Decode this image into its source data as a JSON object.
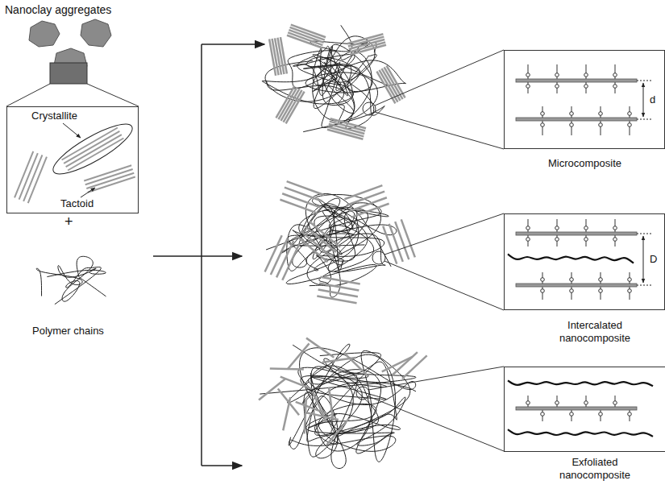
{
  "diagram": {
    "nodes": [
      {
        "text": [
          "Crystallite",
          "Tactoid"
        ]
      },
      {
        "text": [
          "d"
        ]
      },
      {
        "text": [
          "D"
        ]
      }
    ],
    "labels": [
      "Nanoclay aggregates",
      "+",
      "Polymer chains",
      "Microcomposite",
      "Intercalated nanocomposite",
      "Exfoliated nanocomposite"
    ]
  }
}
